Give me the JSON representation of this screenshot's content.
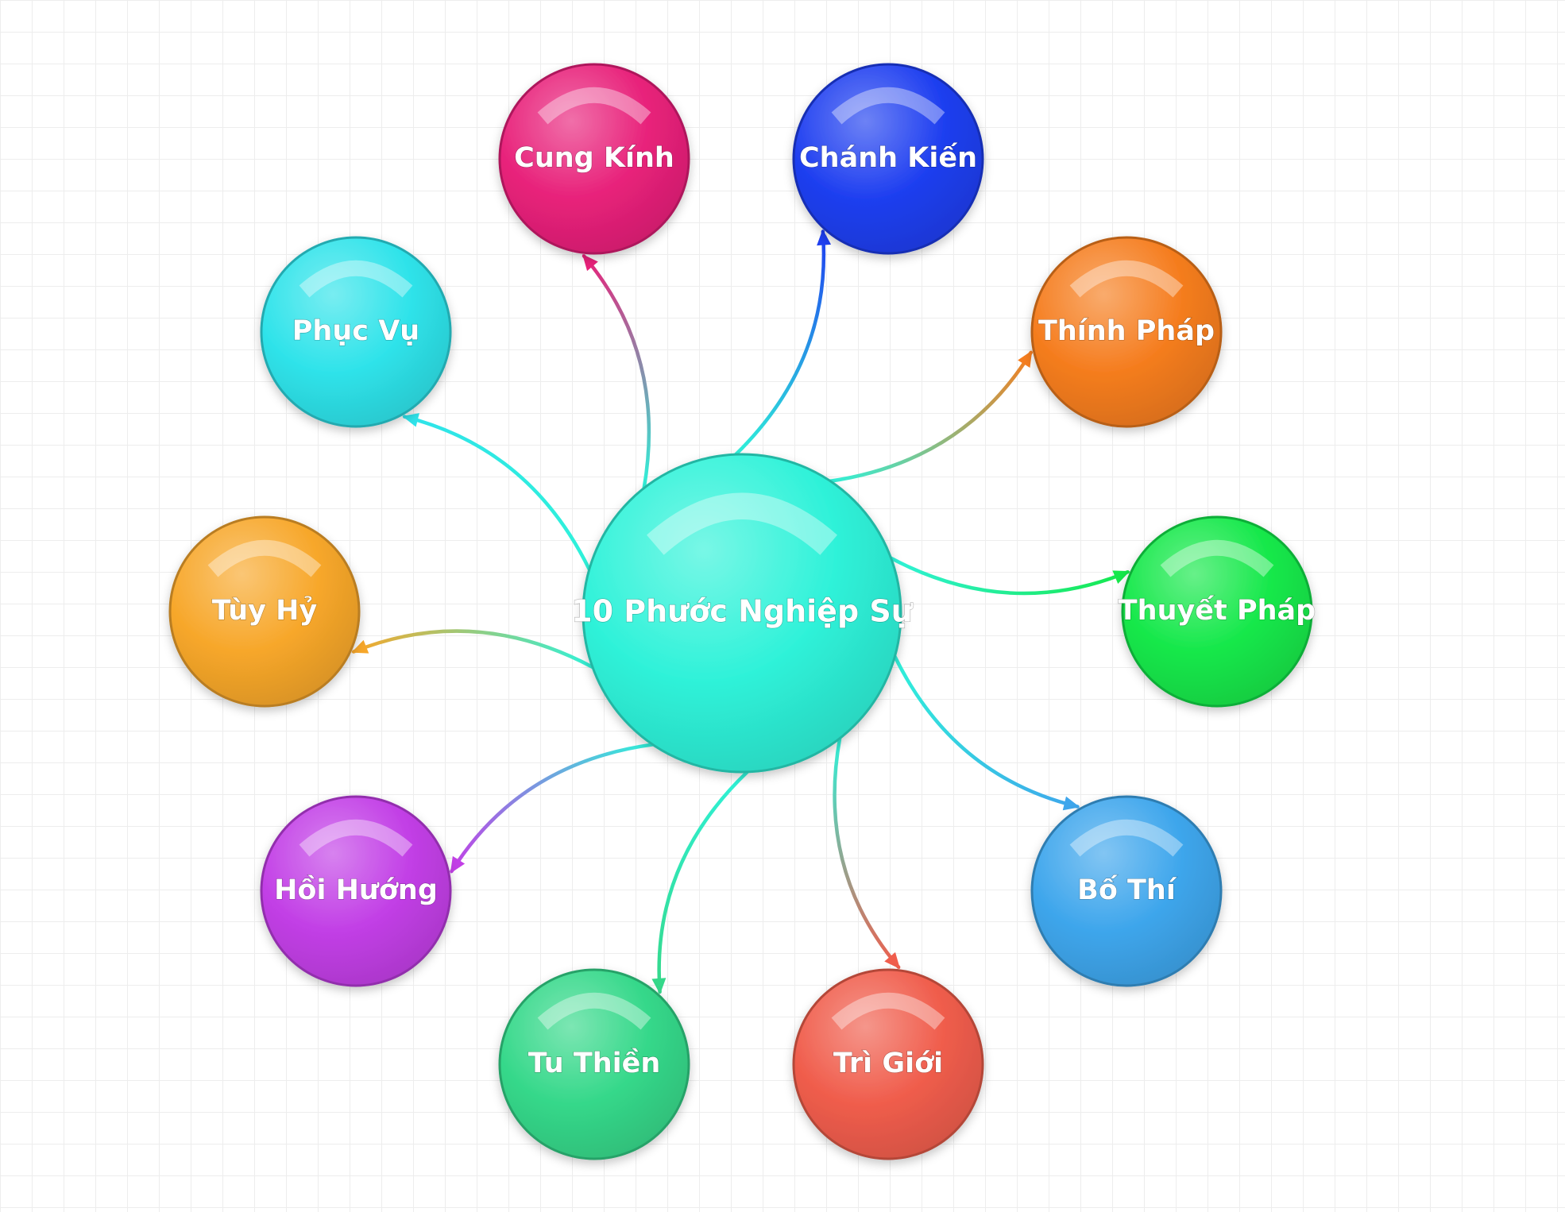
{
  "center": {
    "label": "10 Phước Nghiệp Sự",
    "color": "#2ff2d9"
  },
  "nodes": [
    {
      "id": "cung-kinh",
      "label": "Cung Kính",
      "color": "#e8217a"
    },
    {
      "id": "chanh-kien",
      "label": "Chánh Kiến",
      "color": "#1f3ff0"
    },
    {
      "id": "thinh-phap",
      "label": "Thính Pháp",
      "color": "#f57d1f"
    },
    {
      "id": "thuyet-phap",
      "label": "Thuyết Pháp",
      "color": "#15e84a"
    },
    {
      "id": "bo-thi",
      "label": "Bố Thí",
      "color": "#3ea6ec"
    },
    {
      "id": "tri-gioi",
      "label": "Trì Giới",
      "color": "#f05d4c"
    },
    {
      "id": "tu-thien",
      "label": "Tu Thiền",
      "color": "#35d88a"
    },
    {
      "id": "hoi-huong",
      "label": "Hồi Hướng",
      "color": "#c23fe6"
    },
    {
      "id": "tuy-hy",
      "label": "Tùy Hỷ",
      "color": "#f7a72a"
    },
    {
      "id": "phuc-vu",
      "label": "Phục Vụ",
      "color": "#2fe3ea"
    }
  ]
}
